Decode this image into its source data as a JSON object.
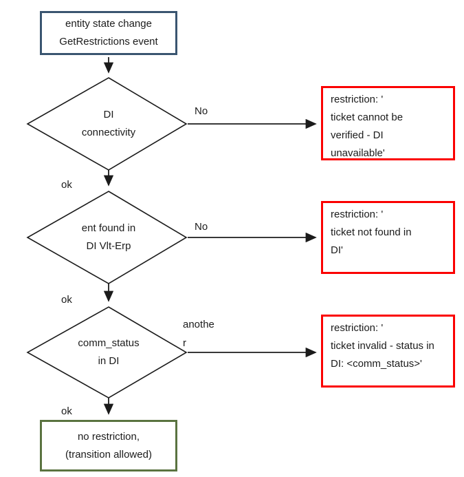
{
  "diagram": {
    "title": "GetRestrictions decision flowchart",
    "colors": {
      "start_border": "#3A5570",
      "restriction_border": "#FB0000",
      "end_border": "#5A7340",
      "line": "#1b1b1b",
      "text": "#1b1b1b",
      "background": "#ffffff"
    },
    "start": {
      "label": "entity state change\nGetRestrictions event"
    },
    "decisions": [
      {
        "id": "di-connectivity",
        "label": "DI\nconnectivity",
        "branch_label": "No",
        "ok_label": "ok"
      },
      {
        "id": "ent-found-in-di",
        "label": "ent found in\nDI Vlt-Erp",
        "branch_label": "No",
        "ok_label": "ok"
      },
      {
        "id": "comm-status-in-di",
        "label": "comm_status\nin DI",
        "branch_label": "anothe\nr",
        "ok_label": "ok"
      }
    ],
    "restrictions": [
      {
        "label": "restriction: '\nticket cannot be\nverified - DI\nunavailable'"
      },
      {
        "label": "restriction: '\nticket not found in\nDI'"
      },
      {
        "label": "restriction: '\nticket invalid - status in\nDI: <comm_status>'"
      }
    ],
    "end": {
      "label": "no restriction,\n(transition allowed)"
    }
  }
}
